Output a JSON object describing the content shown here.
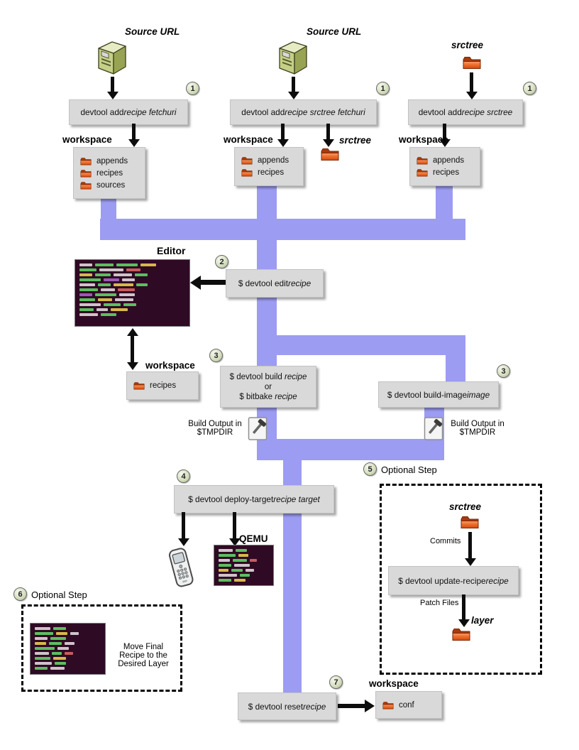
{
  "colors": {
    "connector": "#9c9cf2",
    "box_bg": "#d9d9d9",
    "folder": "#ee6f2d",
    "terminal_bg": "#2f0a24"
  },
  "badges": {
    "b1": "1",
    "b2": "2",
    "b3": "3",
    "b4": "4",
    "b5": "5",
    "b6": "6",
    "b7": "7"
  },
  "flow1": {
    "title": "Source URL",
    "cmd_pre": "devtool add ",
    "cmd_var": "recipe fetchuri",
    "workspace_label": "workspace",
    "folders": [
      "appends",
      "recipes",
      "sources"
    ]
  },
  "flow2": {
    "title": "Source URL",
    "cmd_pre": "devtool add ",
    "cmd_var": "recipe srctree fetchuri",
    "workspace_label": "workspace",
    "folders": [
      "appends",
      "recipes"
    ],
    "srctree_label": "srctree"
  },
  "flow3": {
    "title": "srctree",
    "cmd_pre": "devtool add ",
    "cmd_var": "recipe srctree",
    "workspace_label": "workspace",
    "folders": [
      "appends",
      "recipes"
    ]
  },
  "editor": {
    "title": "Editor",
    "cmd_pre": "$ devtool edit ",
    "cmd_var": "recipe"
  },
  "edit_workspace": {
    "label": "workspace",
    "folders": [
      "recipes"
    ]
  },
  "build": {
    "line1_pre": "$ devtool build ",
    "line1_var": "recipe",
    "or_label": "or",
    "line2_pre": "$ bitbake ",
    "line2_var": "recipe"
  },
  "build_image": {
    "cmd_pre": "$ devtool build-image ",
    "cmd_var": "image"
  },
  "build_output_left": {
    "text": "Build Output in $TMPDIR"
  },
  "build_output_right": {
    "text": "Build Output in $TMPDIR"
  },
  "deploy": {
    "cmd_pre": "$ devtool deploy-target ",
    "cmd_var": "recipe target",
    "qemu_label": "QEMU"
  },
  "optional_update": {
    "label": "Optional Step",
    "srctree_label": "srctree",
    "commits_label": "Commits",
    "cmd_pre": "$ devtool update-recipe ",
    "cmd_var": "recipe",
    "patch_label": "Patch Files",
    "layer_label": "layer"
  },
  "optional_move": {
    "label": "Optional Step",
    "note": "Move Final Recipe to the Desired Layer"
  },
  "reset": {
    "cmd_pre": "$ devtool reset ",
    "cmd_var": "recipe",
    "workspace_label": "workspace",
    "folders": [
      "conf"
    ]
  }
}
